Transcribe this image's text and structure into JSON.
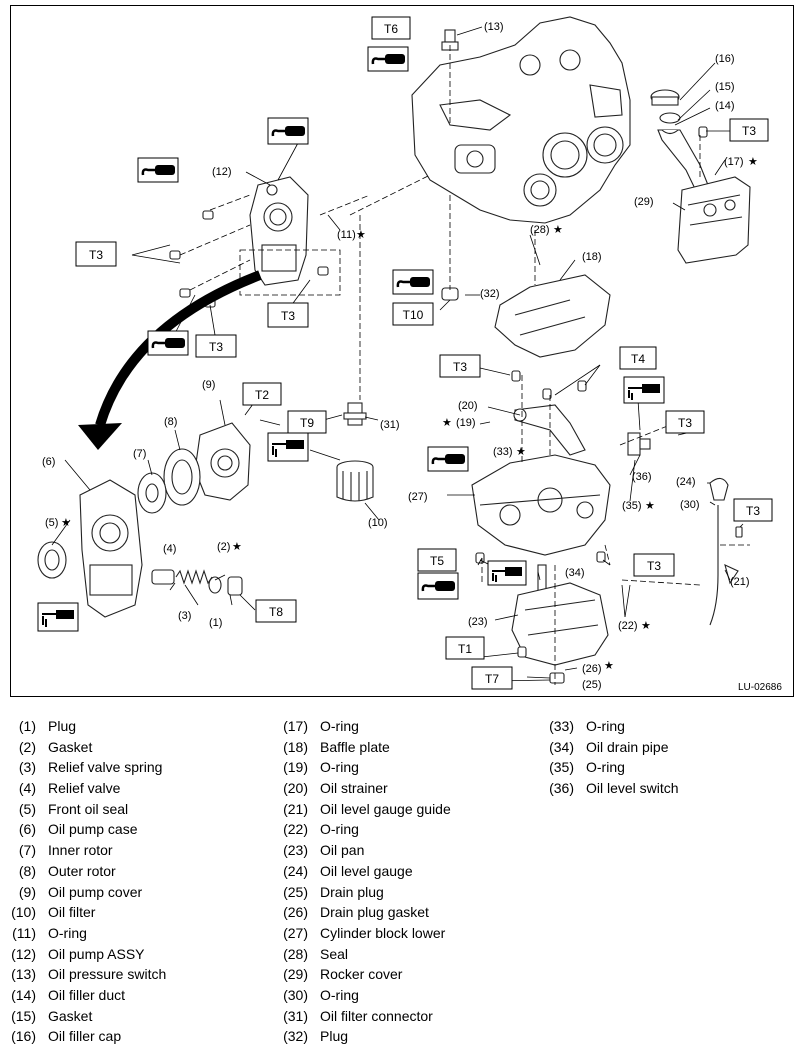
{
  "diagram": {
    "code": "LU-02686",
    "torque_labels": [
      "T1",
      "T2",
      "T3",
      "T4",
      "T5",
      "T6",
      "T7",
      "T8",
      "T9",
      "T10"
    ],
    "callouts": [
      "(1)",
      "(2)",
      "(3)",
      "(4)",
      "(5)",
      "(6)",
      "(7)",
      "(8)",
      "(9)",
      "(10)",
      "(11)",
      "(12)",
      "(13)",
      "(14)",
      "(15)",
      "(16)",
      "(17)",
      "(18)",
      "(19)",
      "(20)",
      "(21)",
      "(22)",
      "(23)",
      "(24)",
      "(25)",
      "(26)",
      "(27)",
      "(28)",
      "(29)",
      "(30)",
      "(31)",
      "(32)",
      "(33)",
      "(34)",
      "(35)",
      "(36)"
    ],
    "star_symbol": "★",
    "starred_parts": [
      "(2)",
      "(5)",
      "(11)",
      "(17)",
      "(19)",
      "(22)",
      "(26)",
      "(28)",
      "(33)",
      "(35)"
    ],
    "icons": [
      "oil-can-icon",
      "grease-tube-icon"
    ]
  },
  "legend": {
    "columns": [
      [
        {
          "num": "(1)",
          "name": "Plug"
        },
        {
          "num": "(2)",
          "name": "Gasket"
        },
        {
          "num": "(3)",
          "name": "Relief valve spring"
        },
        {
          "num": "(4)",
          "name": "Relief valve"
        },
        {
          "num": "(5)",
          "name": "Front oil seal"
        },
        {
          "num": "(6)",
          "name": "Oil pump case"
        },
        {
          "num": "(7)",
          "name": "Inner rotor"
        },
        {
          "num": "(8)",
          "name": "Outer rotor"
        },
        {
          "num": "(9)",
          "name": "Oil pump cover"
        },
        {
          "num": "(10)",
          "name": "Oil filter"
        },
        {
          "num": "(11)",
          "name": "O-ring"
        },
        {
          "num": "(12)",
          "name": "Oil pump ASSY"
        },
        {
          "num": "(13)",
          "name": "Oil pressure switch"
        },
        {
          "num": "(14)",
          "name": "Oil filler duct"
        },
        {
          "num": "(15)",
          "name": "Gasket"
        },
        {
          "num": "(16)",
          "name": "Oil filler cap"
        }
      ],
      [
        {
          "num": "(17)",
          "name": "O-ring"
        },
        {
          "num": "(18)",
          "name": "Baffle plate"
        },
        {
          "num": "(19)",
          "name": "O-ring"
        },
        {
          "num": "(20)",
          "name": "Oil strainer"
        },
        {
          "num": "(21)",
          "name": "Oil level gauge guide"
        },
        {
          "num": "(22)",
          "name": "O-ring"
        },
        {
          "num": "(23)",
          "name": "Oil pan"
        },
        {
          "num": "(24)",
          "name": "Oil level gauge"
        },
        {
          "num": "(25)",
          "name": "Drain plug"
        },
        {
          "num": "(26)",
          "name": "Drain plug gasket"
        },
        {
          "num": "(27)",
          "name": "Cylinder block lower"
        },
        {
          "num": "(28)",
          "name": "Seal"
        },
        {
          "num": "(29)",
          "name": "Rocker cover"
        },
        {
          "num": "(30)",
          "name": "O-ring"
        },
        {
          "num": "(31)",
          "name": "Oil filter connector"
        },
        {
          "num": "(32)",
          "name": "Plug"
        }
      ],
      [
        {
          "num": "(33)",
          "name": "O-ring"
        },
        {
          "num": "(34)",
          "name": "Oil drain pipe"
        },
        {
          "num": "(35)",
          "name": "O-ring"
        },
        {
          "num": "(36)",
          "name": "Oil level switch"
        }
      ]
    ]
  }
}
